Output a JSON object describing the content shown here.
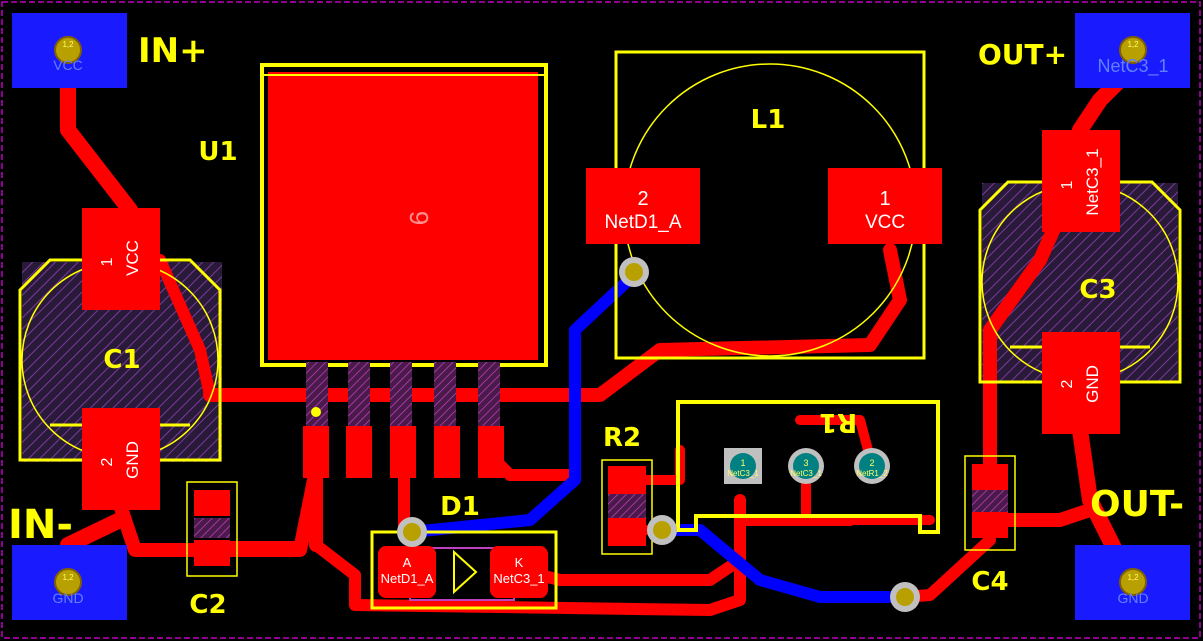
{
  "colors": {
    "background": "#000000",
    "top_copper": "#ff0000",
    "bottom_copper": "#0000ff",
    "silkscreen": "#ffff00",
    "board_outline": "#c000c0",
    "via_ring": "#c0c0c0",
    "via_hole": "#b8a000",
    "pad_text": "#ffffff"
  },
  "components": {
    "u1": {
      "designator": "U1",
      "tab_pad_number": "9"
    },
    "l1": {
      "designator": "L1",
      "pad1_number": "1",
      "pad1_net": "VCC",
      "pad2_number": "2",
      "pad2_net": "NetD1_A"
    },
    "c1": {
      "designator": "C1",
      "pad1_number": "1",
      "pad1_net": "VCC",
      "pad2_number": "2",
      "pad2_net": "GND"
    },
    "c2": {
      "designator": "C2"
    },
    "c3": {
      "designator": "C3",
      "pad1_number": "1",
      "pad1_net": "NetC3_1",
      "pad2_number": "2",
      "pad2_net": "GND"
    },
    "c4": {
      "designator": "C4"
    },
    "r1": {
      "designator": "R1",
      "pin1_number": "1",
      "pin1_net": "NetC3_1",
      "pin2_number": "2",
      "pin2_net": "NetR1_2",
      "pin3_number": "3",
      "pin3_net": "NetC3_1"
    },
    "r2": {
      "designator": "R2"
    },
    "d1": {
      "designator": "D1",
      "anode_letter": "A",
      "anode_net": "NetD1_A",
      "cathode_letter": "K",
      "cathode_net": "NetC3_1"
    }
  },
  "connectors": {
    "in_plus": {
      "label": "IN+",
      "pad_number": "1,2",
      "net": "VCC"
    },
    "in_minus": {
      "label": "IN-",
      "pad_number": "1,2",
      "net": "GND"
    },
    "out_plus": {
      "label": "OUT+",
      "pad_number": "1,2",
      "net": "NetC3_1"
    },
    "out_minus": {
      "label": "OUT-",
      "pad_number": "1,2",
      "net": "GND"
    }
  }
}
